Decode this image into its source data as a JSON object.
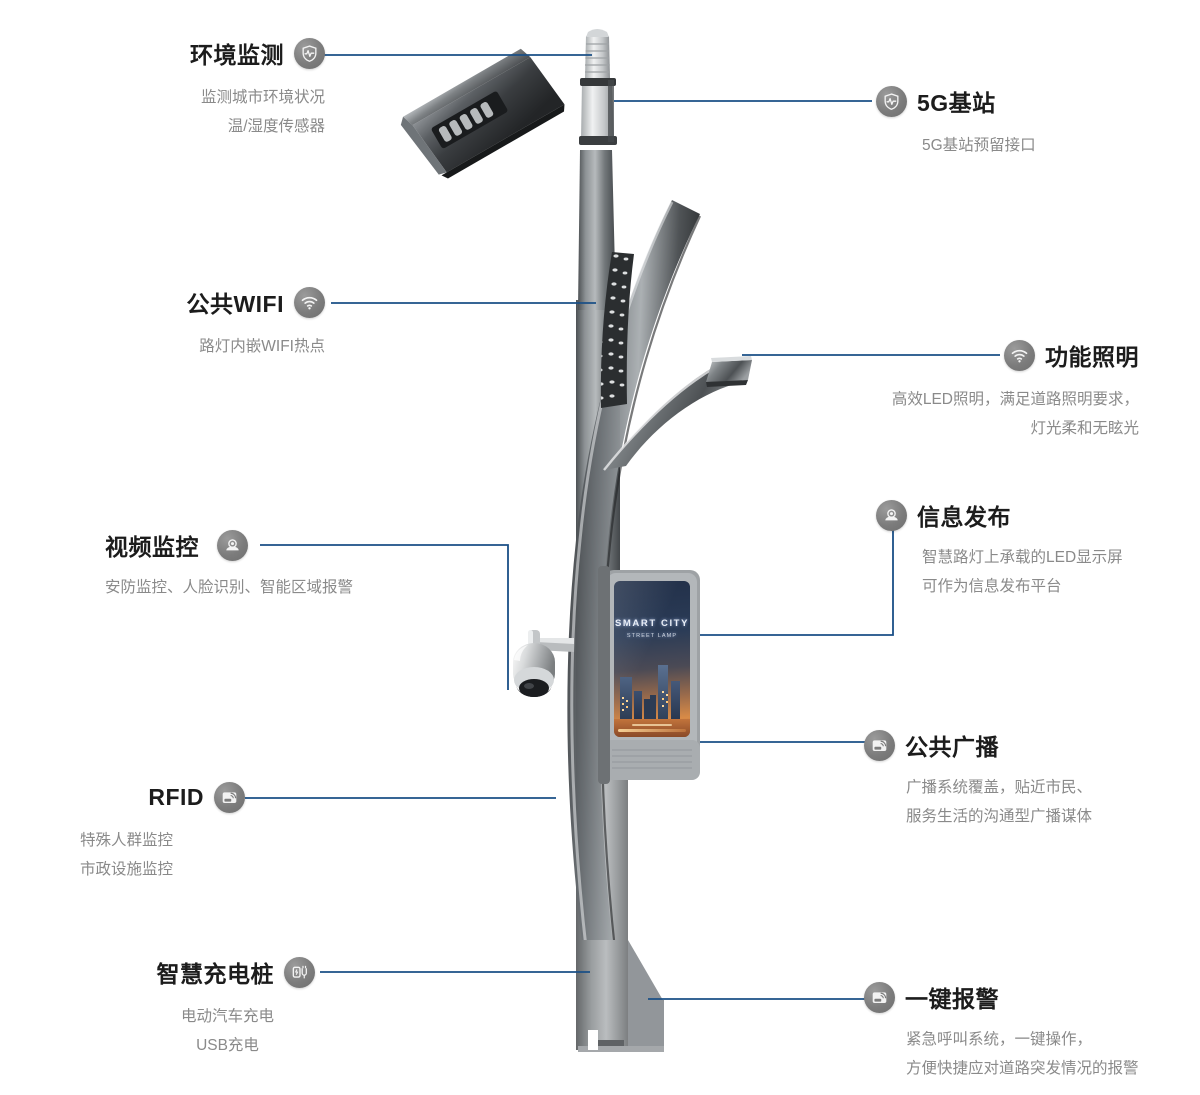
{
  "page": {
    "subject": "smart-city-street-lamp-infographic",
    "line_color": "#1a4f86",
    "title_color": "#1c1c1c",
    "desc_color": "#8a8a8a",
    "icon_bg_color": "#7c7c7c"
  },
  "display_screen": {
    "title": "SMART CITY",
    "subtitle": "STREET LAMP"
  },
  "callouts": [
    {
      "id": "environment-monitoring",
      "title": "环境监测",
      "icon": "shield-pulse-icon",
      "side": "left",
      "desc": [
        "监测城市环境状况",
        "温/湿度传感器"
      ]
    },
    {
      "id": "5g-base-station",
      "title": "5G基站",
      "icon": "shield-pulse-icon",
      "side": "right",
      "desc": [
        "5G基站预留接口"
      ]
    },
    {
      "id": "public-wifi",
      "title": "公共WIFI",
      "icon": "wifi-icon",
      "side": "left",
      "desc": [
        "路灯内嵌WIFI热点"
      ]
    },
    {
      "id": "functional-lighting",
      "title": "功能照明",
      "icon": "wifi-icon",
      "side": "right",
      "desc": [
        "高效LED照明，满足道路照明要求，",
        "灯光柔和无眩光"
      ]
    },
    {
      "id": "video-surveillance",
      "title": "视频监控",
      "icon": "dome-camera-icon",
      "side": "left",
      "desc": [
        "安防监控、人脸识别、智能区域报警"
      ]
    },
    {
      "id": "information-release",
      "title": "信息发布",
      "icon": "dome-camera-icon",
      "side": "right",
      "desc": [
        "智慧路灯上承载的LED显示屏",
        "可作为信息发布平台"
      ]
    },
    {
      "id": "rfid",
      "title": "RFID",
      "icon": "rfid-card-icon",
      "side": "left",
      "desc": [
        "特殊人群监控",
        "市政设施监控"
      ]
    },
    {
      "id": "public-broadcast",
      "title": "公共广播",
      "icon": "rfid-card-icon",
      "side": "right",
      "desc": [
        "广播系统覆盖，贴近市民、",
        "服务生活的沟通型广播谋体"
      ]
    },
    {
      "id": "smart-charging-pile",
      "title": "智慧充电桩",
      "icon": "charging-plug-icon",
      "side": "left",
      "desc": [
        "电动汽车充电",
        "USB充电"
      ]
    },
    {
      "id": "one-key-alarm",
      "title": "一键报警",
      "icon": "rfid-card-icon",
      "side": "right",
      "desc": [
        "紧急呼叫系统，一键操作，",
        "方便快捷应对道路突发情况的报警"
      ]
    }
  ]
}
